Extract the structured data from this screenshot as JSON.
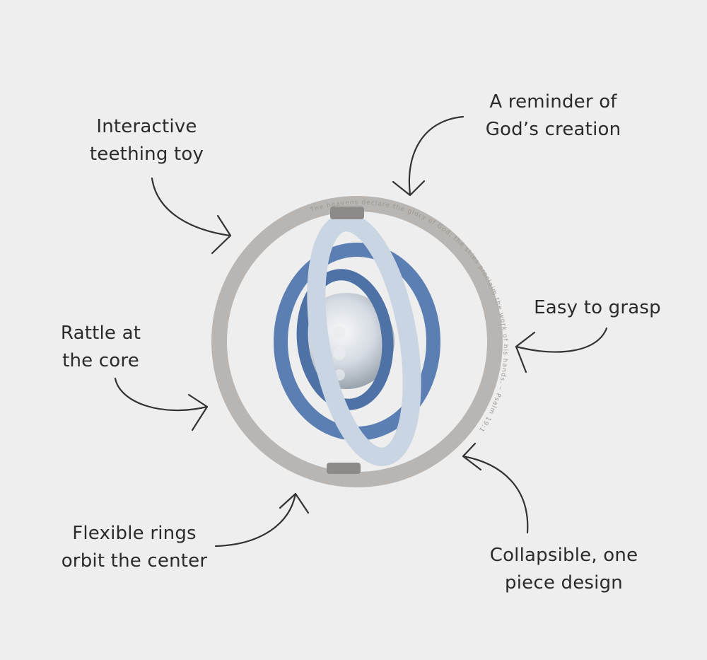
{
  "colors": {
    "background": "#eeeeee",
    "text": "#2b2b2b",
    "outer_ring": "#b9b5b2",
    "light_blue_ring": "#c9d5e3",
    "mid_blue_ring": "#5c7fb3",
    "dark_blue_ring": "#4e72a6",
    "core": "#d8dee4"
  },
  "callouts": {
    "interactive": {
      "line1": "Interactive",
      "line2": "teething toy"
    },
    "reminder": {
      "line1": "A reminder of",
      "line2": "God’s creation"
    },
    "grasp": {
      "line1": "Easy to grasp"
    },
    "rattle": {
      "line1": "Rattle at",
      "line2": "the core"
    },
    "flexible": {
      "line1": "Flexible rings",
      "line2": "orbit the center"
    },
    "collapsible": {
      "line1": "Collapsible, one",
      "line2": "piece design"
    }
  },
  "ring_engraving": "The heavens declare the glory of God; the skies proclaim the work of his hands. – Psalm 19:1"
}
